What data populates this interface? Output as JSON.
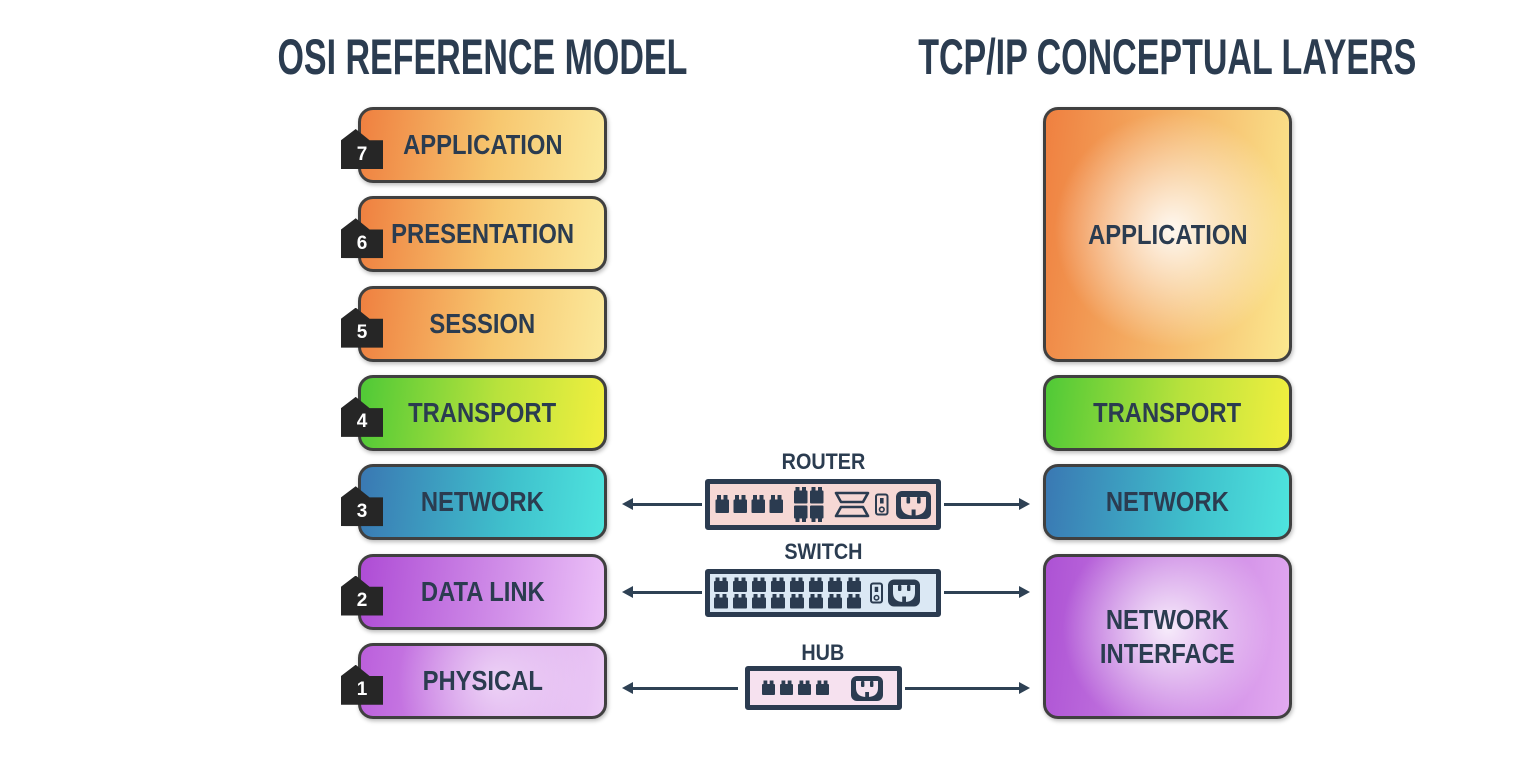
{
  "titles": {
    "left": "OSI REFERENCE MODEL",
    "right": "TCP/IP CONCEPTUAL LAYERS"
  },
  "colors": {
    "background": "#ffffff",
    "heading_text": "#2b3c50",
    "box_border": "#404040",
    "badge_background": "#262626",
    "badge_text": "#ffffff",
    "device_outline": "#2b3b50",
    "arrow": "#2e4154"
  },
  "osi_layers": [
    {
      "number": "7",
      "label": "APPLICATION",
      "background": "linear-gradient(97deg, #ef8040 0%, #f7c76f 55%, #fbe99c 100%)"
    },
    {
      "number": "6",
      "label": "PRESENTATION",
      "background": "linear-gradient(97deg, #ef8040 0%, #f7c76f 55%, #fbe99c 100%)"
    },
    {
      "number": "5",
      "label": "SESSION",
      "background": "linear-gradient(97deg, #ef8040 0%, #f7c76f 55%, #fbe99c 100%)"
    },
    {
      "number": "4",
      "label": "TRANSPORT",
      "background": "linear-gradient(97deg, #4fc937 0%, #b8e23c 55%, #f2ef3f 100%)"
    },
    {
      "number": "3",
      "label": "NETWORK",
      "background": "linear-gradient(97deg, #3a78b3 0%, #3fc0cc 60%, #4ee4de 100%)"
    },
    {
      "number": "2",
      "label": "DATA LINK",
      "background": "linear-gradient(97deg, #ae4cd5 0%, #d291e9 60%, #ecc2f8 100%)"
    },
    {
      "number": "1",
      "label": "PHYSICAL",
      "background": "radial-gradient(circle at 55% 50%, rgba(255,255,255,0.55) 0%, rgba(255,255,255,0) 70%), linear-gradient(97deg, #bb5fdc 0%, #ecccf6 100%)"
    }
  ],
  "tcpip_layers": [
    {
      "label": "APPLICATION",
      "background": "radial-gradient(circle at 52% 48%, rgba(255,255,255,0.9) 0%, rgba(255,255,255,0) 65%), linear-gradient(97deg, #ef8040 0%, #fbe88f 100%)"
    },
    {
      "label": "TRANSPORT",
      "background": "linear-gradient(97deg, #4fc937 0%, #b8e23c 55%, #f2ef3f 100%)"
    },
    {
      "label": "NETWORK",
      "background": "linear-gradient(97deg, #3a78b3 0%, #3fc0cc 60%, #4ee4de 100%)"
    },
    {
      "label": "NETWORK INTERFACE",
      "line1": "NETWORK",
      "line2": "INTERFACE",
      "background": "radial-gradient(circle at 50% 45%, rgba(255,255,255,0.85) 0%, rgba(255,255,255,0) 70%), linear-gradient(97deg, #ad52d4 0%, #e2aaf0 100%)"
    }
  ],
  "devices": [
    {
      "label": "ROUTER",
      "body_color": "#f6d8d5",
      "ethernet_ports": 8,
      "serial_ports": 2,
      "power_switch": true,
      "power_inlet": true
    },
    {
      "label": "SWITCH",
      "body_color": "#dbe8f4",
      "ethernet_ports": 16,
      "power_switch": true,
      "power_inlet": true
    },
    {
      "label": "HUB",
      "body_color": "#f6e1ef",
      "ethernet_ports": 4,
      "power_inlet": true
    }
  ]
}
